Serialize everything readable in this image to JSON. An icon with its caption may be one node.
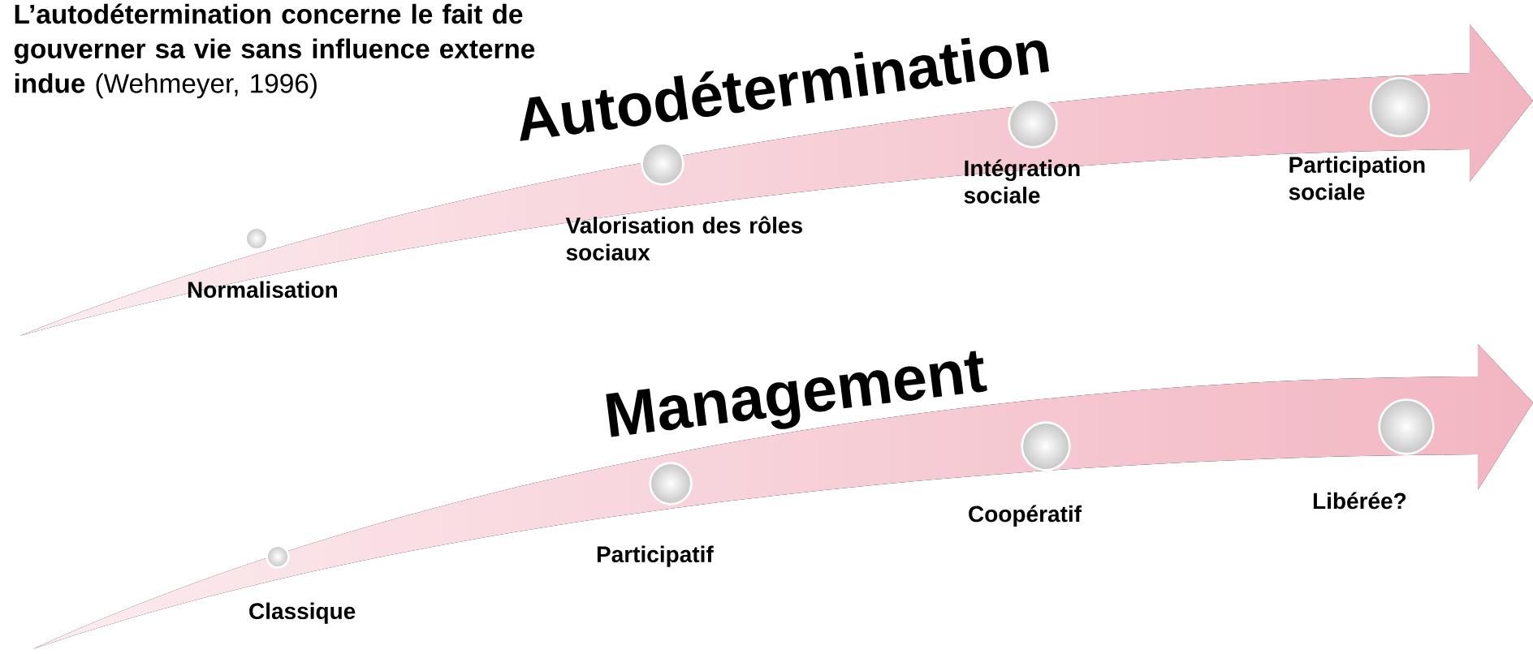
{
  "diagram": {
    "nodes": [
      {
        "text": [],
        "shape": "circle",
        "beside": [
          "Normalisation"
        ]
      },
      {
        "text": [],
        "shape": "circle",
        "beside": [
          "Valorisation des rôles sociaux"
        ]
      },
      {
        "text": [],
        "shape": "circle",
        "beside": [
          "Intégration sociale"
        ]
      },
      {
        "text": [],
        "shape": "circle",
        "beside": [
          "Participation sociale"
        ]
      },
      {
        "text": [],
        "shape": "circle",
        "beside": [
          "Classique"
        ]
      },
      {
        "text": [],
        "shape": "circle",
        "beside": [
          "Participatif"
        ]
      },
      {
        "text": [],
        "shape": "circle",
        "beside": [
          "Coopératif"
        ]
      },
      {
        "text": [],
        "shape": "circle",
        "beside": [
          "Libérée?"
        ]
      }
    ],
    "labels": [
      "**L’autodétermination concerne le fait de gouverner sa vie sans influence externe indue** (Wehmeyer, 1996)",
      "Autodétermination",
      "Management"
    ]
  }
}
